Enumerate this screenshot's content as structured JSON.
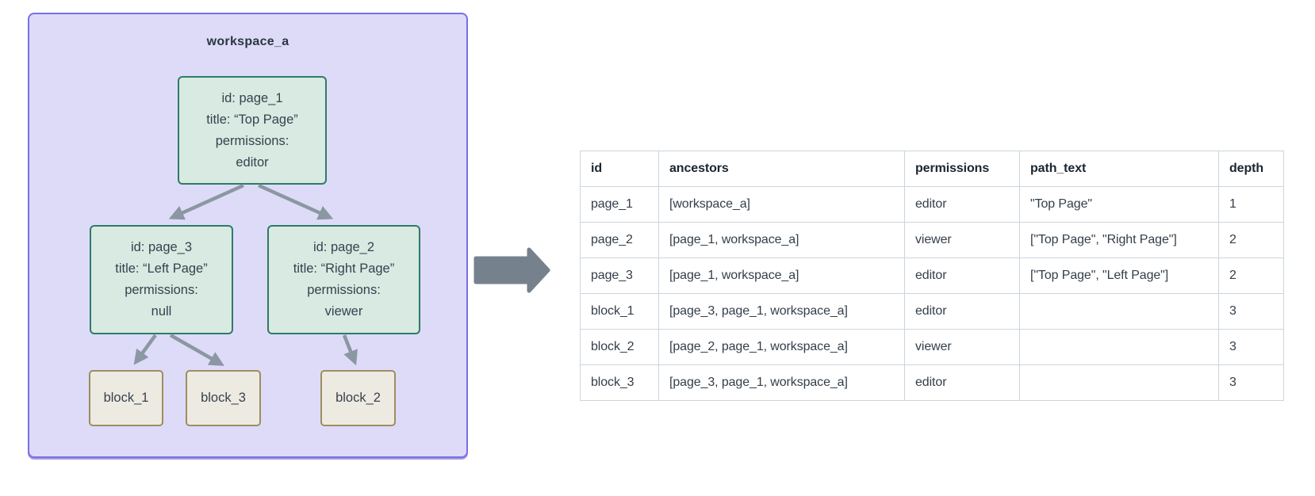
{
  "diagram": {
    "workspace_label": "workspace_a",
    "page_nodes": [
      {
        "name": "page_1",
        "lines": [
          "id: page_1",
          "title: “Top Page”",
          "permissions:",
          "editor"
        ]
      },
      {
        "name": "page_3",
        "lines": [
          "id: page_3",
          "title: “Left Page”",
          "permissions:",
          "null"
        ]
      },
      {
        "name": "page_2",
        "lines": [
          "id: page_2",
          "title: “Right Page”",
          "permissions:",
          "viewer"
        ]
      }
    ],
    "block_nodes": [
      {
        "name": "block_1",
        "label": "block_1"
      },
      {
        "name": "block_3",
        "label": "block_3"
      },
      {
        "name": "block_2",
        "label": "block_2"
      }
    ]
  },
  "table": {
    "columns": [
      "id",
      "ancestors",
      "permissions",
      "path_text",
      "depth"
    ],
    "rows": [
      [
        "page_1",
        "[workspace_a]",
        "editor",
        "\"Top Page\"",
        "1"
      ],
      [
        "page_2",
        "[page_1, workspace_a]",
        "viewer",
        "[\"Top Page\", \"Right Page\"]",
        "2"
      ],
      [
        "page_3",
        "[page_1, workspace_a]",
        "editor",
        "[\"Top Page\", \"Left Page\"]",
        "2"
      ],
      [
        "block_1",
        "[page_3, page_1, workspace_a]",
        "editor",
        "",
        "3"
      ],
      [
        "block_2",
        "[page_2, page_1, workspace_a]",
        "viewer",
        "",
        "3"
      ],
      [
        "block_3",
        "[page_3, page_1, workspace_a]",
        "editor",
        "",
        "3"
      ]
    ]
  },
  "colors": {
    "workspace_fill": "#dedbf8",
    "workspace_border": "#7b6ee8",
    "page_fill": "#d8eae2",
    "page_border": "#2e7c66",
    "block_fill": "#edeae1",
    "block_border": "#9d8d60",
    "tree_edge": "#8b97a2",
    "big_arrow": "#75828e",
    "table_border": "#ccd5dc",
    "table_text": "#333e4a",
    "table_header_text": "#1b2630",
    "node_text": "#37424e"
  }
}
